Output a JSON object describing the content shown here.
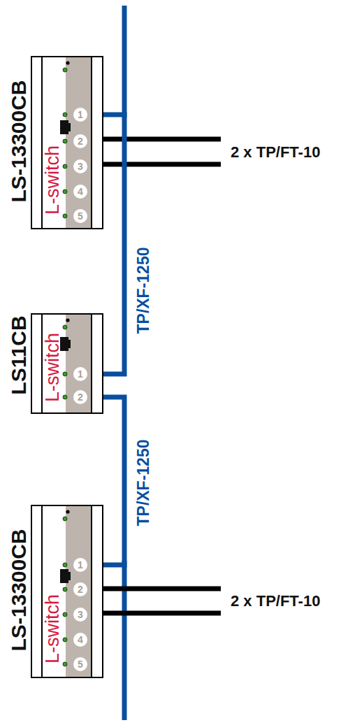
{
  "diagram": {
    "nodes": [
      {
        "text": [
          "LS-13300CB",
          "L-switch"
        ]
      },
      {
        "text": [
          "LS11CB",
          "L-switch"
        ]
      },
      {
        "text": [
          "LS-13300CB",
          "L-switch"
        ]
      }
    ],
    "edges": [
      {
        "from": 0,
        "to": 1,
        "arrow": "none",
        "label": "TP/XF-1250"
      },
      {
        "from": 1,
        "to": 2,
        "arrow": "none",
        "label": "TP/XF-1250"
      }
    ],
    "labels": [
      "1",
      "2",
      "3",
      "4",
      "5",
      "2 x TP/FT-10",
      "1",
      "2",
      "1",
      "2",
      "3",
      "4",
      "5",
      "2 x TP/FT-10"
    ]
  }
}
